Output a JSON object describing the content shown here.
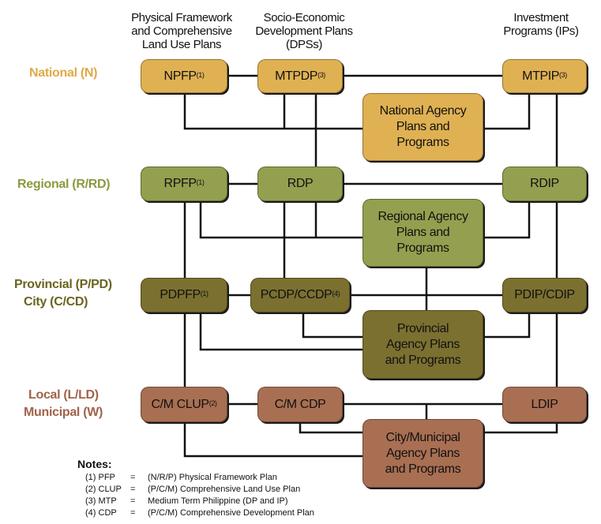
{
  "columns": {
    "pfp": [
      "Physical Framework",
      "and Comprehensive",
      "Land Use Plans"
    ],
    "dp": [
      "Socio-Economic",
      "Development Plans",
      "(DPSs)"
    ],
    "ip": [
      "Investment",
      "Programs (IPs)"
    ]
  },
  "levels": {
    "national": {
      "label": "National (N)",
      "color": "#e0aa48"
    },
    "regional": {
      "label": "Regional (R/RD)",
      "color": "#8a9a40"
    },
    "provincial": {
      "label": [
        "Provincial (P/PD)",
        "City (C/CD)"
      ],
      "color": "#6b6420"
    },
    "local": {
      "label": [
        "Local (L/LD)",
        "Municipal (W)"
      ],
      "color": "#a0634a"
    }
  },
  "boxes": {
    "national": {
      "pfp": "NPFP",
      "pfp_note": "(1)",
      "dp": "MTPDP",
      "dp_note": "(3)",
      "ip": "MTPIP",
      "ip_note": "(3)",
      "agency": [
        "National Agency",
        "Plans and",
        "Programs"
      ],
      "color": "#e0b153"
    },
    "regional": {
      "pfp": "RPFP",
      "pfp_note": "(1)",
      "dp": "RDP",
      "ip": "RDIP",
      "agency": [
        "Regional Agency",
        "Plans and",
        "Programs"
      ],
      "color": "#94a04f"
    },
    "provincial": {
      "pfp": "PDPFP",
      "pfp_note": "(1)",
      "dp": "PCDP/CCDP",
      "dp_note": "(4)",
      "ip": "PDIP/CDIP",
      "agency": [
        "Provincial",
        "Agency Plans",
        "and Programs"
      ],
      "color": "#7b7030"
    },
    "local": {
      "pfp": "C/M CLUP",
      "pfp_note": "(2)",
      "dp": "C/M CDP",
      "ip": "LDIP",
      "agency": [
        "City/Municipal",
        "Agency Plans",
        "and Programs"
      ],
      "color": "#a96f53"
    }
  },
  "notes": {
    "title": "Notes:",
    "items": [
      {
        "abbr": "(1) PFP",
        "eq": "=",
        "def": "(N/R/P) Physical Framework Plan"
      },
      {
        "abbr": "(2) CLUP",
        "eq": "=",
        "def": "(P/C/M) Comprehensive Land Use Plan"
      },
      {
        "abbr": "(3) MTP",
        "eq": "=",
        "def": "Medium Term Philippine (DP and IP)"
      },
      {
        "abbr": "(4) CDP",
        "eq": "=",
        "def": "(P/C/M) Comprehensive Development Plan"
      }
    ]
  }
}
